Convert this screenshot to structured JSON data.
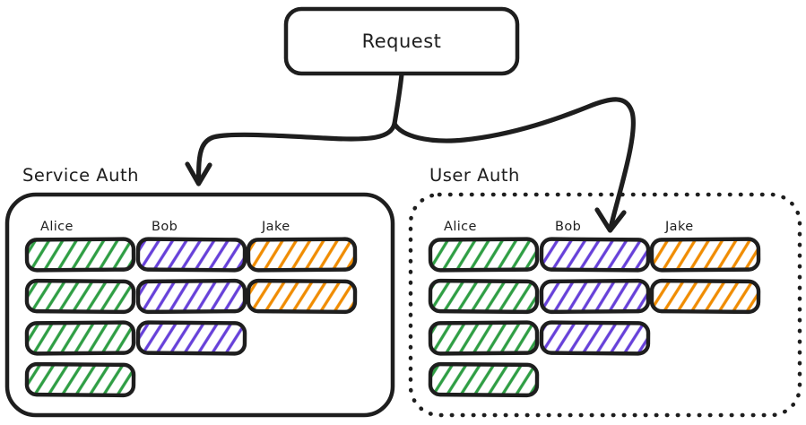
{
  "request": {
    "label": "Request"
  },
  "colors": {
    "stroke": "#1e1e1e",
    "green": "#2f9e44",
    "violet": "#6741d9",
    "orange": "#f08c00"
  },
  "groups": [
    {
      "label": "Service Auth",
      "border_style": "solid",
      "columns": [
        {
          "name": "Alice",
          "color": "#2f9e44",
          "token_count": 4
        },
        {
          "name": "Bob",
          "color": "#6741d9",
          "token_count": 3
        },
        {
          "name": "Jake",
          "color": "#f08c00",
          "token_count": 2
        }
      ]
    },
    {
      "label": "User Auth",
      "border_style": "dotted",
      "columns": [
        {
          "name": "Alice",
          "color": "#2f9e44",
          "token_count": 4
        },
        {
          "name": "Bob",
          "color": "#6741d9",
          "token_count": 3
        },
        {
          "name": "Jake",
          "color": "#f08c00",
          "token_count": 2
        }
      ]
    }
  ]
}
